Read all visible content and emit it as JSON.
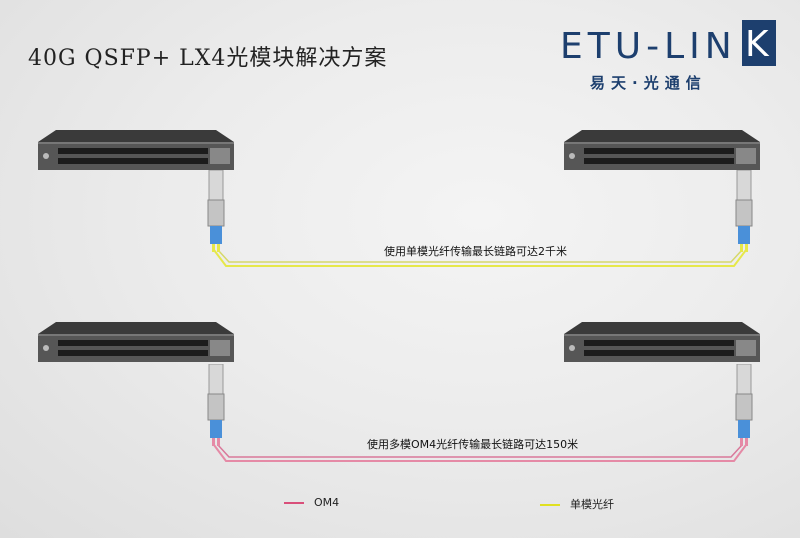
{
  "title": "40G QSFP+ LX4光模块解决方案",
  "logo": {
    "brand_main": "ETU-LIN",
    "brand_last": "K",
    "tagline": "易天·光通信",
    "color": "#1d3f6e"
  },
  "links": [
    {
      "label": "使用单模光纤传输最长链路可达2千米",
      "fiber": "单模光纤",
      "color": "#e6e84a"
    },
    {
      "label": "使用多模OM4光纤传输最长链路可达150米",
      "fiber": "OM4",
      "color": "#e58aa6"
    }
  ],
  "legend": [
    {
      "label": "OM4",
      "color": "#d94f7a"
    },
    {
      "label": "单模光纤",
      "color": "#e0e020"
    }
  ],
  "icons": [
    "network-switch-icon",
    "qsfp-transceiver-icon"
  ]
}
